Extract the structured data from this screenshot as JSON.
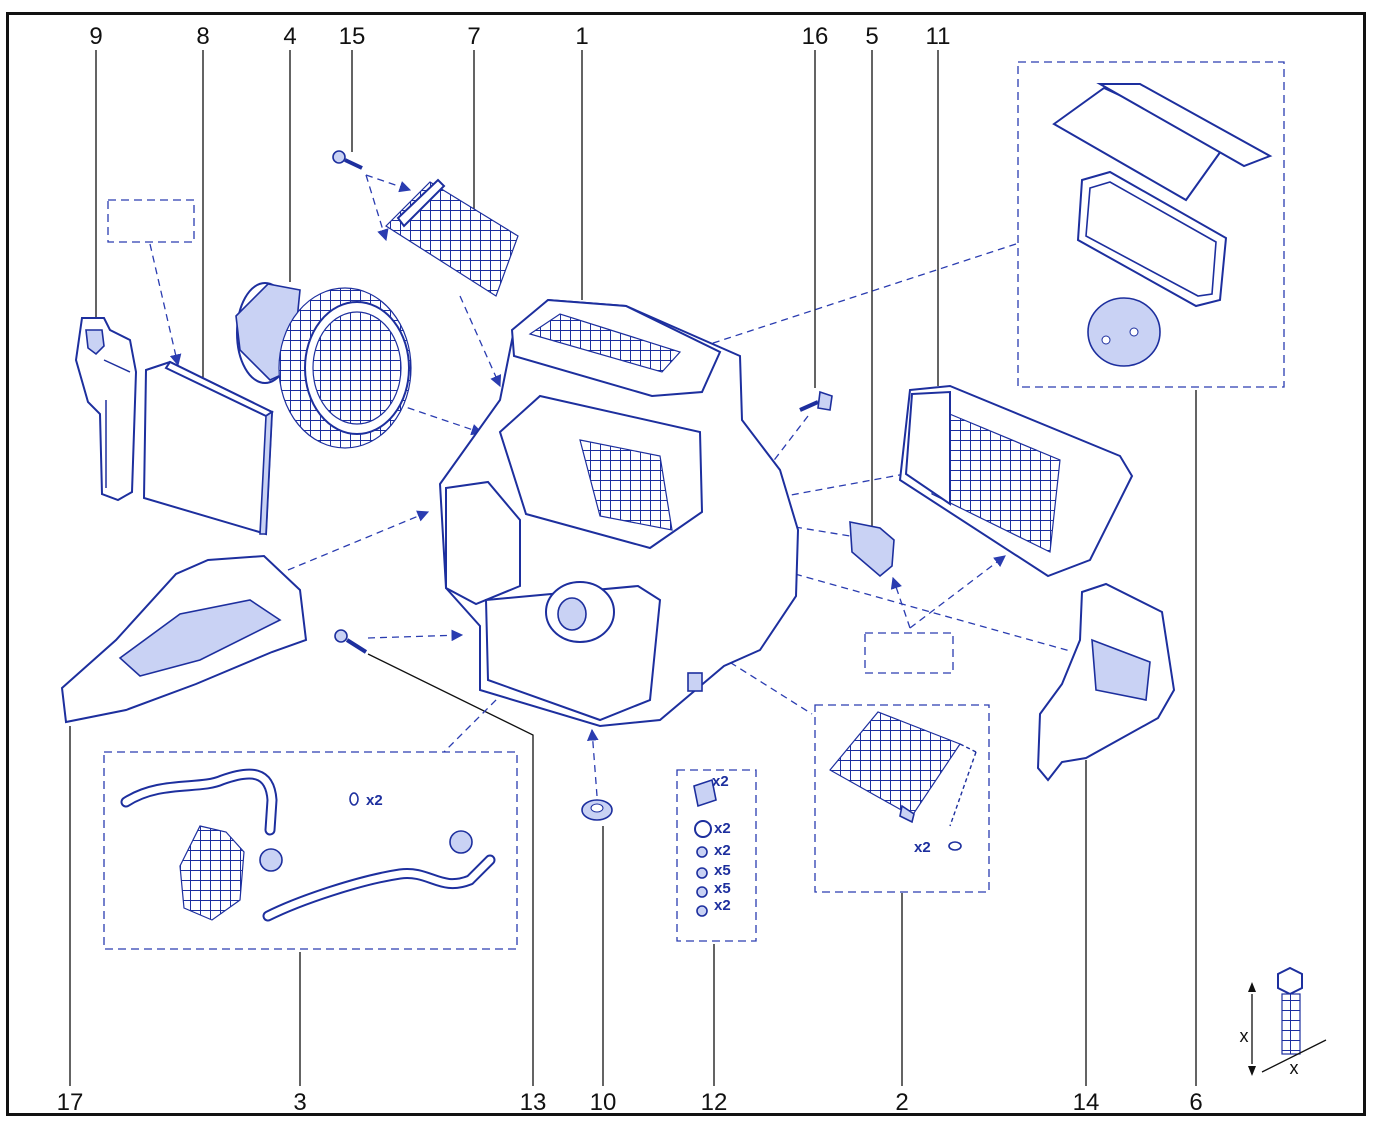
{
  "callouts": [
    "9",
    "8",
    "4",
    "15",
    "7",
    "1",
    "16",
    "5",
    "11",
    "17",
    "3",
    "13",
    "10",
    "12",
    "2",
    "14",
    "6"
  ],
  "quantities": {
    "kit3_seal": "x2",
    "kit12": [
      "x2",
      "x2",
      "x2",
      "x5",
      "x5",
      "x2"
    ],
    "kit2_seal": "x2"
  },
  "dimension_symbol": {
    "x_vertical": "x",
    "x_horizontal": "x"
  },
  "colors": {
    "line": "#1d2f9e",
    "fill": "#c9d2f4",
    "frame": "#111111"
  }
}
